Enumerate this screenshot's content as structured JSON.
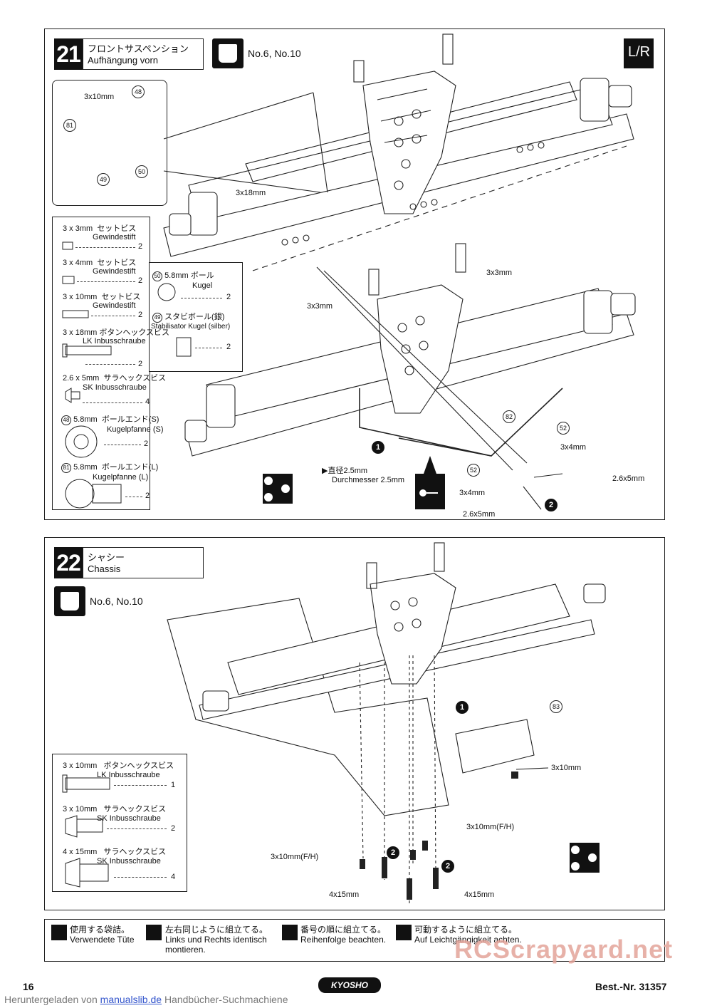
{
  "step21": {
    "number": "21",
    "title_jp": "フロントサスペンション",
    "title_de": "Aufhängung vorn",
    "bag_label": "No.6, No.10",
    "lr_icon": "L/R",
    "detail": {
      "screw": "3x10mm",
      "part48": "48",
      "part81": "81",
      "part50": "50",
      "part49": "49"
    },
    "callouts": {
      "screw_3x18": "3x18mm",
      "setscrew_a": "3x3mm",
      "setscrew_b": "3x3mm",
      "part82": "82",
      "part52a": "52",
      "part52b": "52",
      "s3x4a": "3x4mm",
      "s3x4b": "3x4mm",
      "s26x5a": "2.6x5mm",
      "s26x5b": "2.6x5mm",
      "diameter_jp": "直径2.5mm",
      "diameter_de": "Durchmesser 2.5mm",
      "mark1": "1",
      "mark2": "2"
    },
    "parts": [
      {
        "size": "3 x 3mm",
        "jp": "セットビス",
        "de": "Gewindestift",
        "qty": "2"
      },
      {
        "size": "3 x 4mm",
        "jp": "セットビス",
        "de": "Gewindestift",
        "qty": "2"
      },
      {
        "size": "3 x 10mm",
        "jp": "セットビス",
        "de": "Gewindestift",
        "qty": "2"
      },
      {
        "size": "3 x 18mm",
        "jp": "ボタンヘックスビス",
        "de": "LK Inbusschraube",
        "qty": "2"
      },
      {
        "size": "2.6 x 5mm",
        "jp": "サラヘックスビス",
        "de": "SK Inbusschraube",
        "qty": "4"
      },
      {
        "num": "48",
        "size": "5.8mm",
        "jp": "ボールエンド(S)",
        "de": "Kugelpfanne (S)",
        "qty": "2"
      },
      {
        "num": "81",
        "size": "5.8mm",
        "jp": "ボールエンド(L)",
        "de": "Kugelpfanne (L)",
        "qty": "2"
      }
    ],
    "parts_extra": [
      {
        "num": "50",
        "size": "5.8mm",
        "jp": "ボール",
        "de": "Kugel",
        "qty": "2"
      },
      {
        "num": "49",
        "jp": "スタビボール(銀)",
        "de": "Stabilisator Kugel (silber)",
        "qty": "2"
      }
    ]
  },
  "step22": {
    "number": "22",
    "title_jp": "シャシー",
    "title_de": "Chassis",
    "bag_label": "No.6, No.10",
    "callouts": {
      "part83": "83",
      "s3x10": "3x10mm",
      "s3x10fh_a": "3x10mm(F/H)",
      "s3x10fh_b": "3x10mm(F/H)",
      "s4x15a": "4x15mm",
      "s4x15b": "4x15mm",
      "mark1": "1",
      "mark2a": "2",
      "mark2b": "2"
    },
    "parts": [
      {
        "size": "3 x 10mm",
        "jp": "ボタンヘックスビス",
        "de": "LK Inbusschraube",
        "qty": "1"
      },
      {
        "size": "3 x 10mm",
        "jp": "サラヘックスビス",
        "de": "SK Inbusschraube",
        "qty": "2"
      },
      {
        "size": "4 x 15mm",
        "jp": "サラヘックスビス",
        "de": "SK Inbusschraube",
        "qty": "4"
      }
    ]
  },
  "legend": [
    {
      "icon": "bag-icon",
      "jp": "使用する袋詰。",
      "de": "Verwendete Tüte"
    },
    {
      "icon": "lr-icon",
      "jp": "左右同じように組立てる。",
      "de": "Links und Rechts identisch montieren."
    },
    {
      "icon": "order-icon",
      "jp": "番号の順に組立てる。",
      "de": "Reihenfolge beachten."
    },
    {
      "icon": "movable-icon",
      "jp": "可動するように組立てる。",
      "de": "Auf Leichtgängigkeit achten."
    }
  ],
  "footer": {
    "page_number": "16",
    "brand": "KYOSHO",
    "order_number": "Best.-Nr. 31357",
    "download_prefix": "Heruntergeladen von",
    "download_link": "manualslib.de",
    "download_suffix": "Handbücher-Suchmachiene",
    "watermark": "RCScrapyard.net"
  }
}
